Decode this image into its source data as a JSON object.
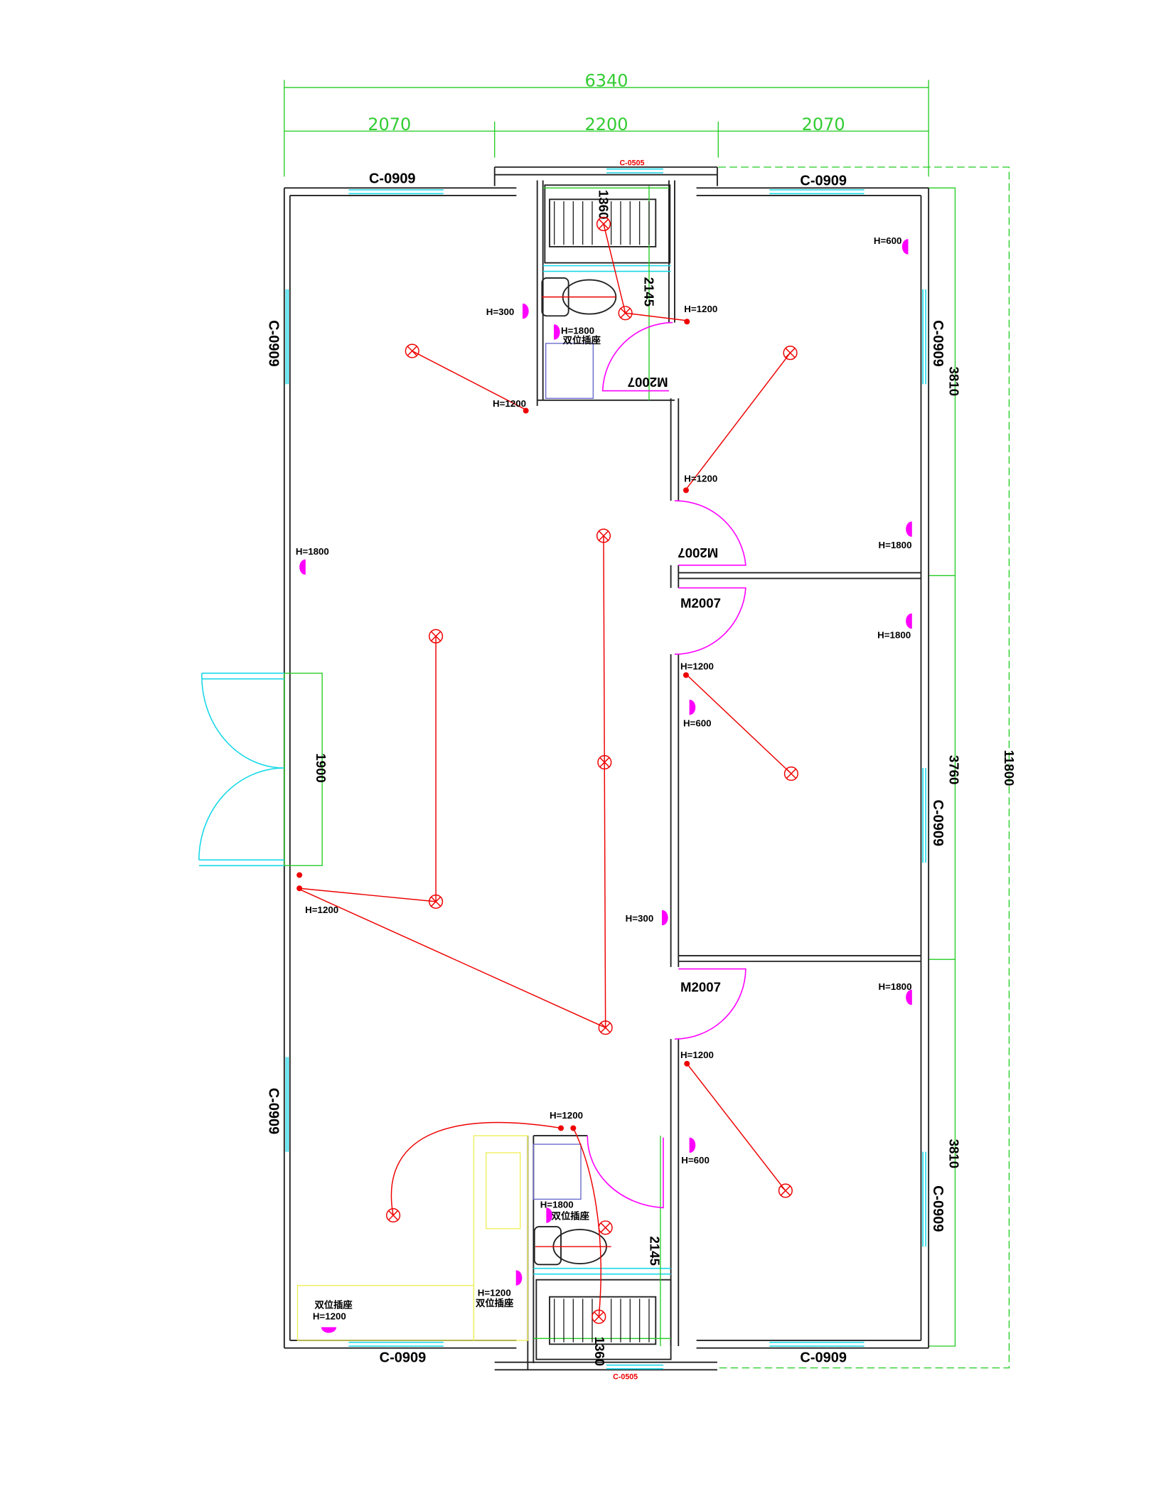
{
  "dimensions": {
    "total_width": "6340",
    "top_left": "2070",
    "top_mid": "2200",
    "top_right": "2070",
    "right_top": "3810",
    "right_mid": "3760",
    "right_bottom": "3810",
    "total_length": "11800",
    "entrance": "1900",
    "bath_top_w": "1360",
    "bath_top_h": "2145",
    "bath_bot_w": "1360",
    "bath_bot_h": "2145"
  },
  "windows": {
    "top_left": "C-0909",
    "top_right": "C-0909",
    "left_upper": "C-0909",
    "left_lower": "C-0909",
    "right_upper": "C-0909",
    "right_mid": "C-0909",
    "right_lower": "C-0909",
    "bottom_left": "C-0909",
    "bottom_right": "C-0909",
    "bath_top": "C-0505",
    "bath_bottom": "C-0505"
  },
  "doors": {
    "bath_top": "M2007",
    "room1": "M2007",
    "room2": "M2007",
    "room3": "M2007"
  },
  "heights": [
    "H=600",
    "H=300",
    "H=1200",
    "H=1800",
    "H=1200",
    "H=1200",
    "H=1800",
    "H=1800",
    "H=1800",
    "H=1200",
    "H=600",
    "H=300",
    "H=1800",
    "H=1200",
    "H=1200",
    "H=600",
    "H=1800",
    "H=1200",
    "H=1200",
    "H=1200"
  ],
  "sockets": {
    "double": "双位插座"
  }
}
